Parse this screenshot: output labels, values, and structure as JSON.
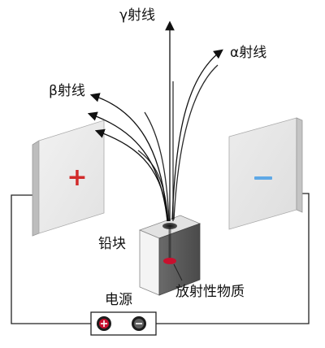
{
  "labels": {
    "gamma_ray": "γ射线",
    "alpha_ray": "α射线",
    "beta_ray": "β射线",
    "lead_block": "铅块",
    "radioactive_material": "放射性物质",
    "power_source": "电源"
  },
  "plates": {
    "left_sign": "+",
    "right_sign": "−"
  },
  "colors": {
    "plate_positive_sign": "#d12b2b",
    "plate_negative_sign": "#5ea8e6",
    "radioactive_source": "#c8102e",
    "wire": "#222222",
    "ray": "#111111"
  },
  "icons": {
    "power_positive_terminal": "plus-circle-icon",
    "power_negative_terminal": "minus-circle-icon"
  }
}
